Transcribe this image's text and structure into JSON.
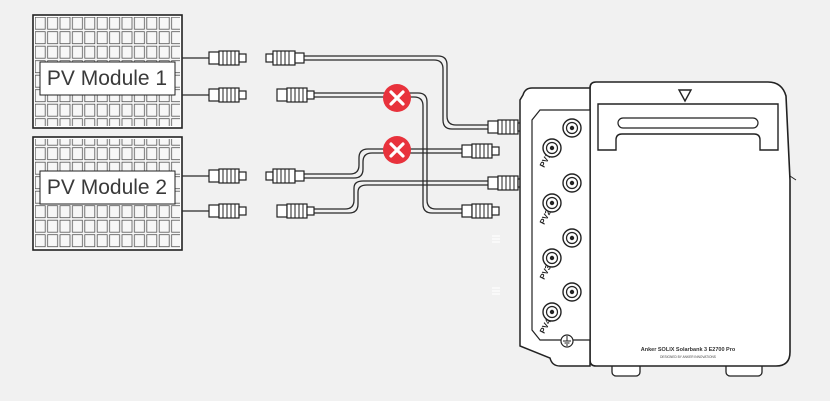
{
  "modules": [
    {
      "label": "PV Module 1"
    },
    {
      "label": "PV Module 2"
    }
  ],
  "device": {
    "model": "Anker SOLIX Solarbank 3 E2700 Pro",
    "tagline": "DESIGNED BY ANKER INNOVATIONS",
    "ports": [
      {
        "label": "PV1"
      },
      {
        "label": "PV2"
      },
      {
        "label": "PV3"
      },
      {
        "label": "PV4"
      }
    ]
  },
  "icons": {
    "error": "x-mark-circle-icon",
    "ground": "ground-icon",
    "warning": "triangle-down-icon"
  },
  "colors": {
    "background": "#f1f1f1",
    "error_mark": "#e8323c",
    "line": "#2a2a2a"
  }
}
